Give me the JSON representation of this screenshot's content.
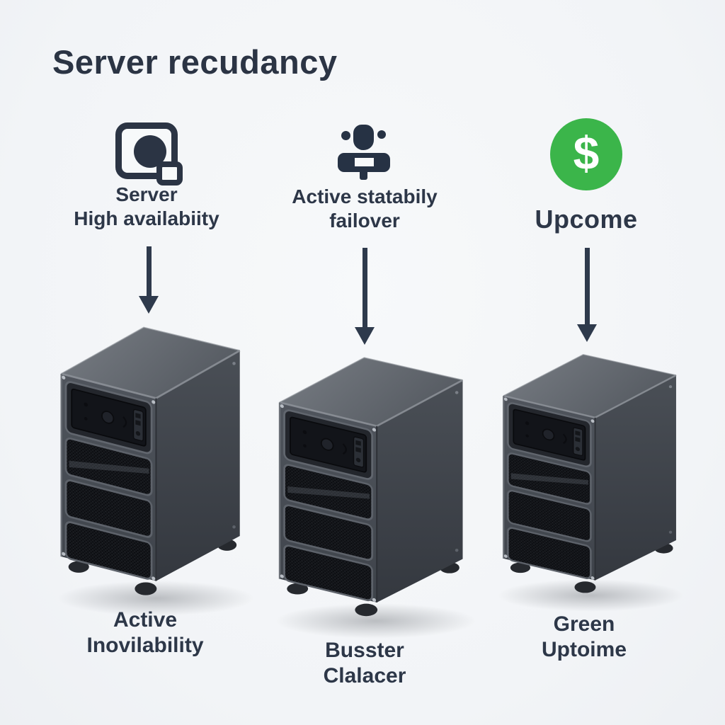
{
  "title": "Server recudancy",
  "colors": {
    "text": "#2b3444",
    "accent_green": "#3bb54a",
    "arrow": "#2e3a4c",
    "background": "#f3f5f8",
    "server_body": "#43484f",
    "panel_dark": "#16181c"
  },
  "icons": {
    "dollar_glyph": "$"
  },
  "columns": [
    {
      "icon": "photo-frame-icon",
      "top_label_line1": "Server",
      "top_label_line2": "High availabiity",
      "bottom_label_line1": "Active",
      "bottom_label_line2": "Inovilability"
    },
    {
      "icon": "cluster-failover-icon",
      "top_label_line1": "Active statabily",
      "top_label_line2": "failover",
      "bottom_label_line1": "Busster",
      "bottom_label_line2": "Clalacer"
    },
    {
      "icon": "dollar-circle-icon",
      "top_label_line1": "Upcome",
      "bottom_label_line1": "Green",
      "bottom_label_line2": "Uptoime"
    }
  ]
}
